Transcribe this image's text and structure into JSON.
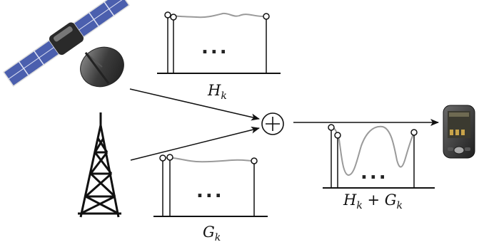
{
  "labels": {
    "h": {
      "base": "H",
      "sub": "k"
    },
    "g": {
      "base": "G",
      "sub": "k"
    },
    "sum": {
      "base1": "H",
      "sub1": "k",
      "op": " + ",
      "base2": "G",
      "sub2": "k"
    }
  },
  "panel_ellipsis": "...",
  "icons": {
    "satellite": "satellite-icon",
    "tower": "transmission-tower-icon",
    "adder": "summing-junction-icon",
    "receiver": "mobile-device-icon"
  },
  "colors": {
    "stroke": "#111111",
    "curve": "#9a9a9a",
    "solar_panel": "#4b5fae",
    "dish": "#3a3a3a"
  }
}
